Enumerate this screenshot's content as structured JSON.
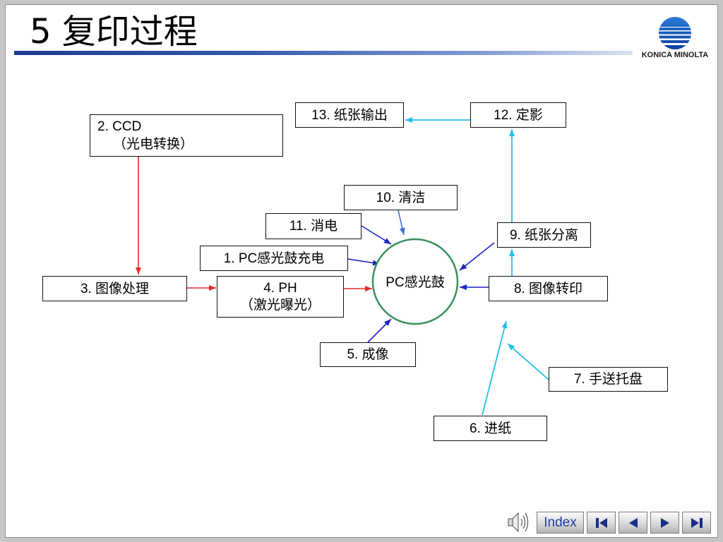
{
  "slide": {
    "title": "5 复印过程",
    "logo": {
      "icon": "konica-minolta-globe-icon",
      "wordmark": "KONICA MINOLTA"
    }
  },
  "diagram": {
    "drum": {
      "label": "PC感光鼓"
    },
    "steps": {
      "charge": {
        "label": "1. PC感光鼓充电"
      },
      "ccd": {
        "label": "2. CCD",
        "sub": "（光电转换）"
      },
      "image_processing": {
        "label": "3. 图像处理"
      },
      "ph": {
        "label": "4. PH",
        "sub": "（激光曝光）"
      },
      "development": {
        "label": "5. 成像"
      },
      "paper_feed": {
        "label": "6. 进纸"
      },
      "bypass_tray": {
        "label": "7. 手送托盘"
      },
      "transfer": {
        "label": "8. 图像转印"
      },
      "separation": {
        "label": "9. 纸张分离"
      },
      "cleaning": {
        "label": "10. 清洁"
      },
      "discharge": {
        "label": "11. 消电"
      },
      "fixing": {
        "label": "12. 定影"
      },
      "paper_output": {
        "label": "13. 纸张输出"
      }
    }
  },
  "nav": {
    "index_label": "Index",
    "icons": {
      "speaker": "speaker-icon",
      "first": "first-slide-icon",
      "previous": "previous-slide-icon",
      "next": "next-slide-icon",
      "last": "last-slide-icon"
    }
  },
  "colors": {
    "image_path_arrow": "#e52b2b",
    "drum_process_arrow": "#1c22c4",
    "cleaning_arrow": "#3d6fd6",
    "paper_path_arrow": "#22c0e6",
    "drum_outline": "#3a8f5c",
    "title_rule": "#1f3d92",
    "logo_blue": "#1457bd",
    "nav_icon": "#1b2f86",
    "index_text": "#1f3ea3"
  }
}
